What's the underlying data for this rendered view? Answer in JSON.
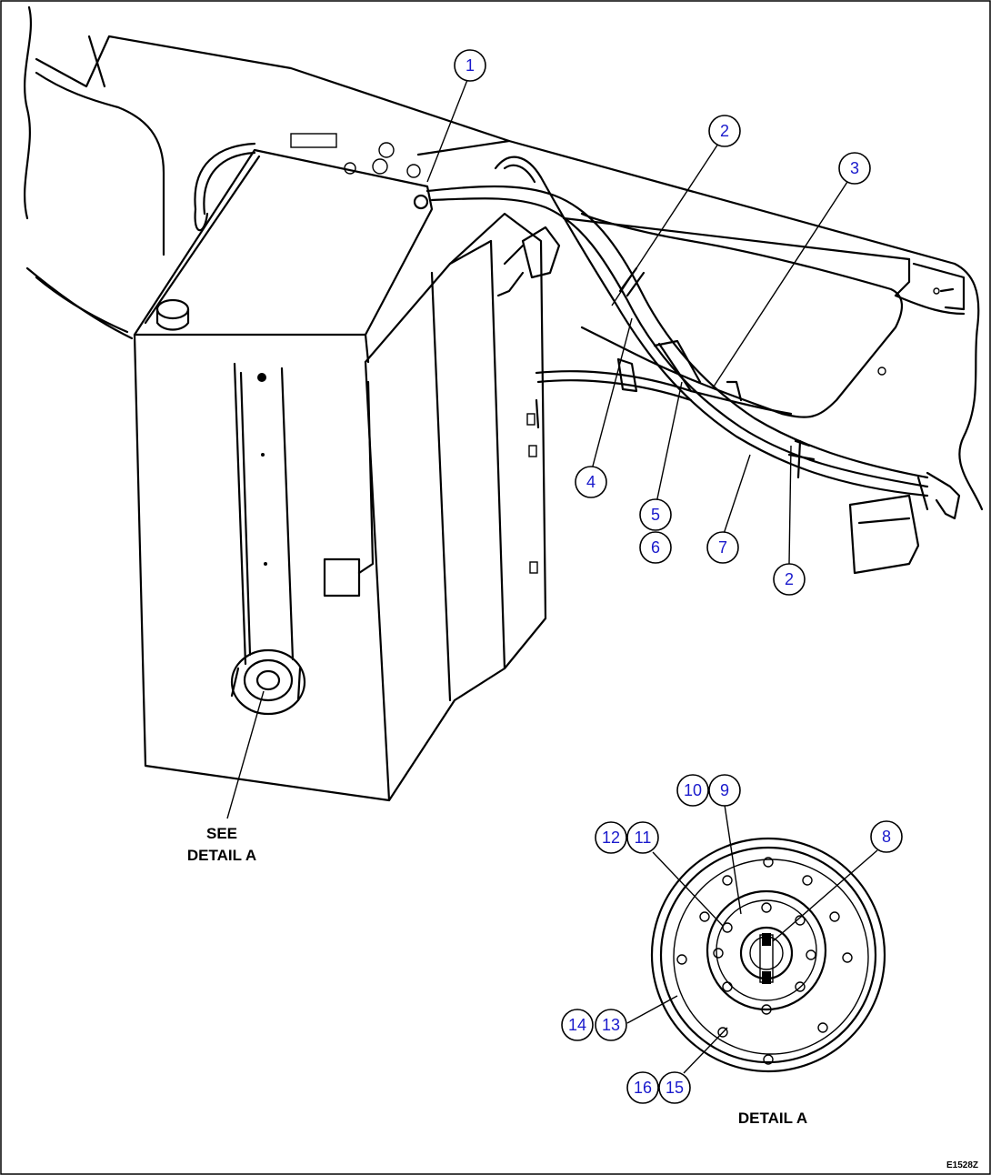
{
  "callouts": [
    "1",
    "2",
    "3",
    "4",
    "5",
    "6",
    "7",
    "2",
    "8",
    "9",
    "10",
    "11",
    "12",
    "13",
    "14",
    "15",
    "16"
  ],
  "labels": {
    "see_detail_line1": "SEE",
    "see_detail_line2": "DETAIL A",
    "detail_a": "DETAIL A",
    "drawing_code": "E1528Z"
  },
  "colors": {
    "line": "#000000",
    "callout_number": "#1a1acc",
    "background": "#ffffff"
  }
}
